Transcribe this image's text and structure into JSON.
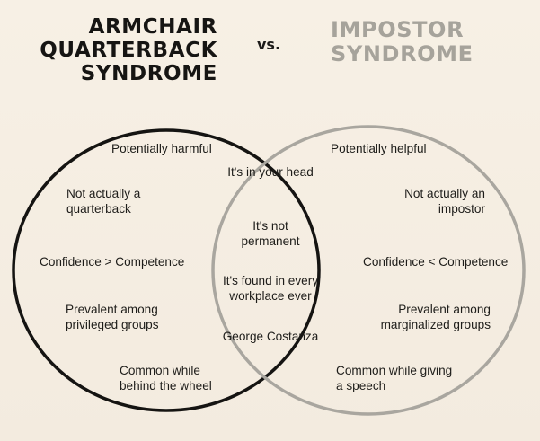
{
  "titles": {
    "left": "ARMCHAIR QUARTERBACK SYNDROME",
    "vs": "vs.",
    "right": "IMPOSTOR SYNDROME"
  },
  "colors": {
    "background": "#f6efe3",
    "left_circle": "#151412",
    "right_circle": "#a9a69f",
    "left_title": "#161513",
    "right_title": "#a6a39b"
  },
  "left_only": [
    "Potentially harmful",
    "Not actually a quarterback",
    "Confidence > Competence",
    "Prevalent among privileged groups",
    "Common while behind the wheel"
  ],
  "overlap": [
    "It's in your head",
    "It's not permanent",
    "It's found in every workplace ever",
    "George Costanza"
  ],
  "right_only": [
    "Potentially helpful",
    "Not actually an impostor",
    "Confidence < Competence",
    "Prevalent among marginalized groups",
    "Common while giving a speech"
  ]
}
